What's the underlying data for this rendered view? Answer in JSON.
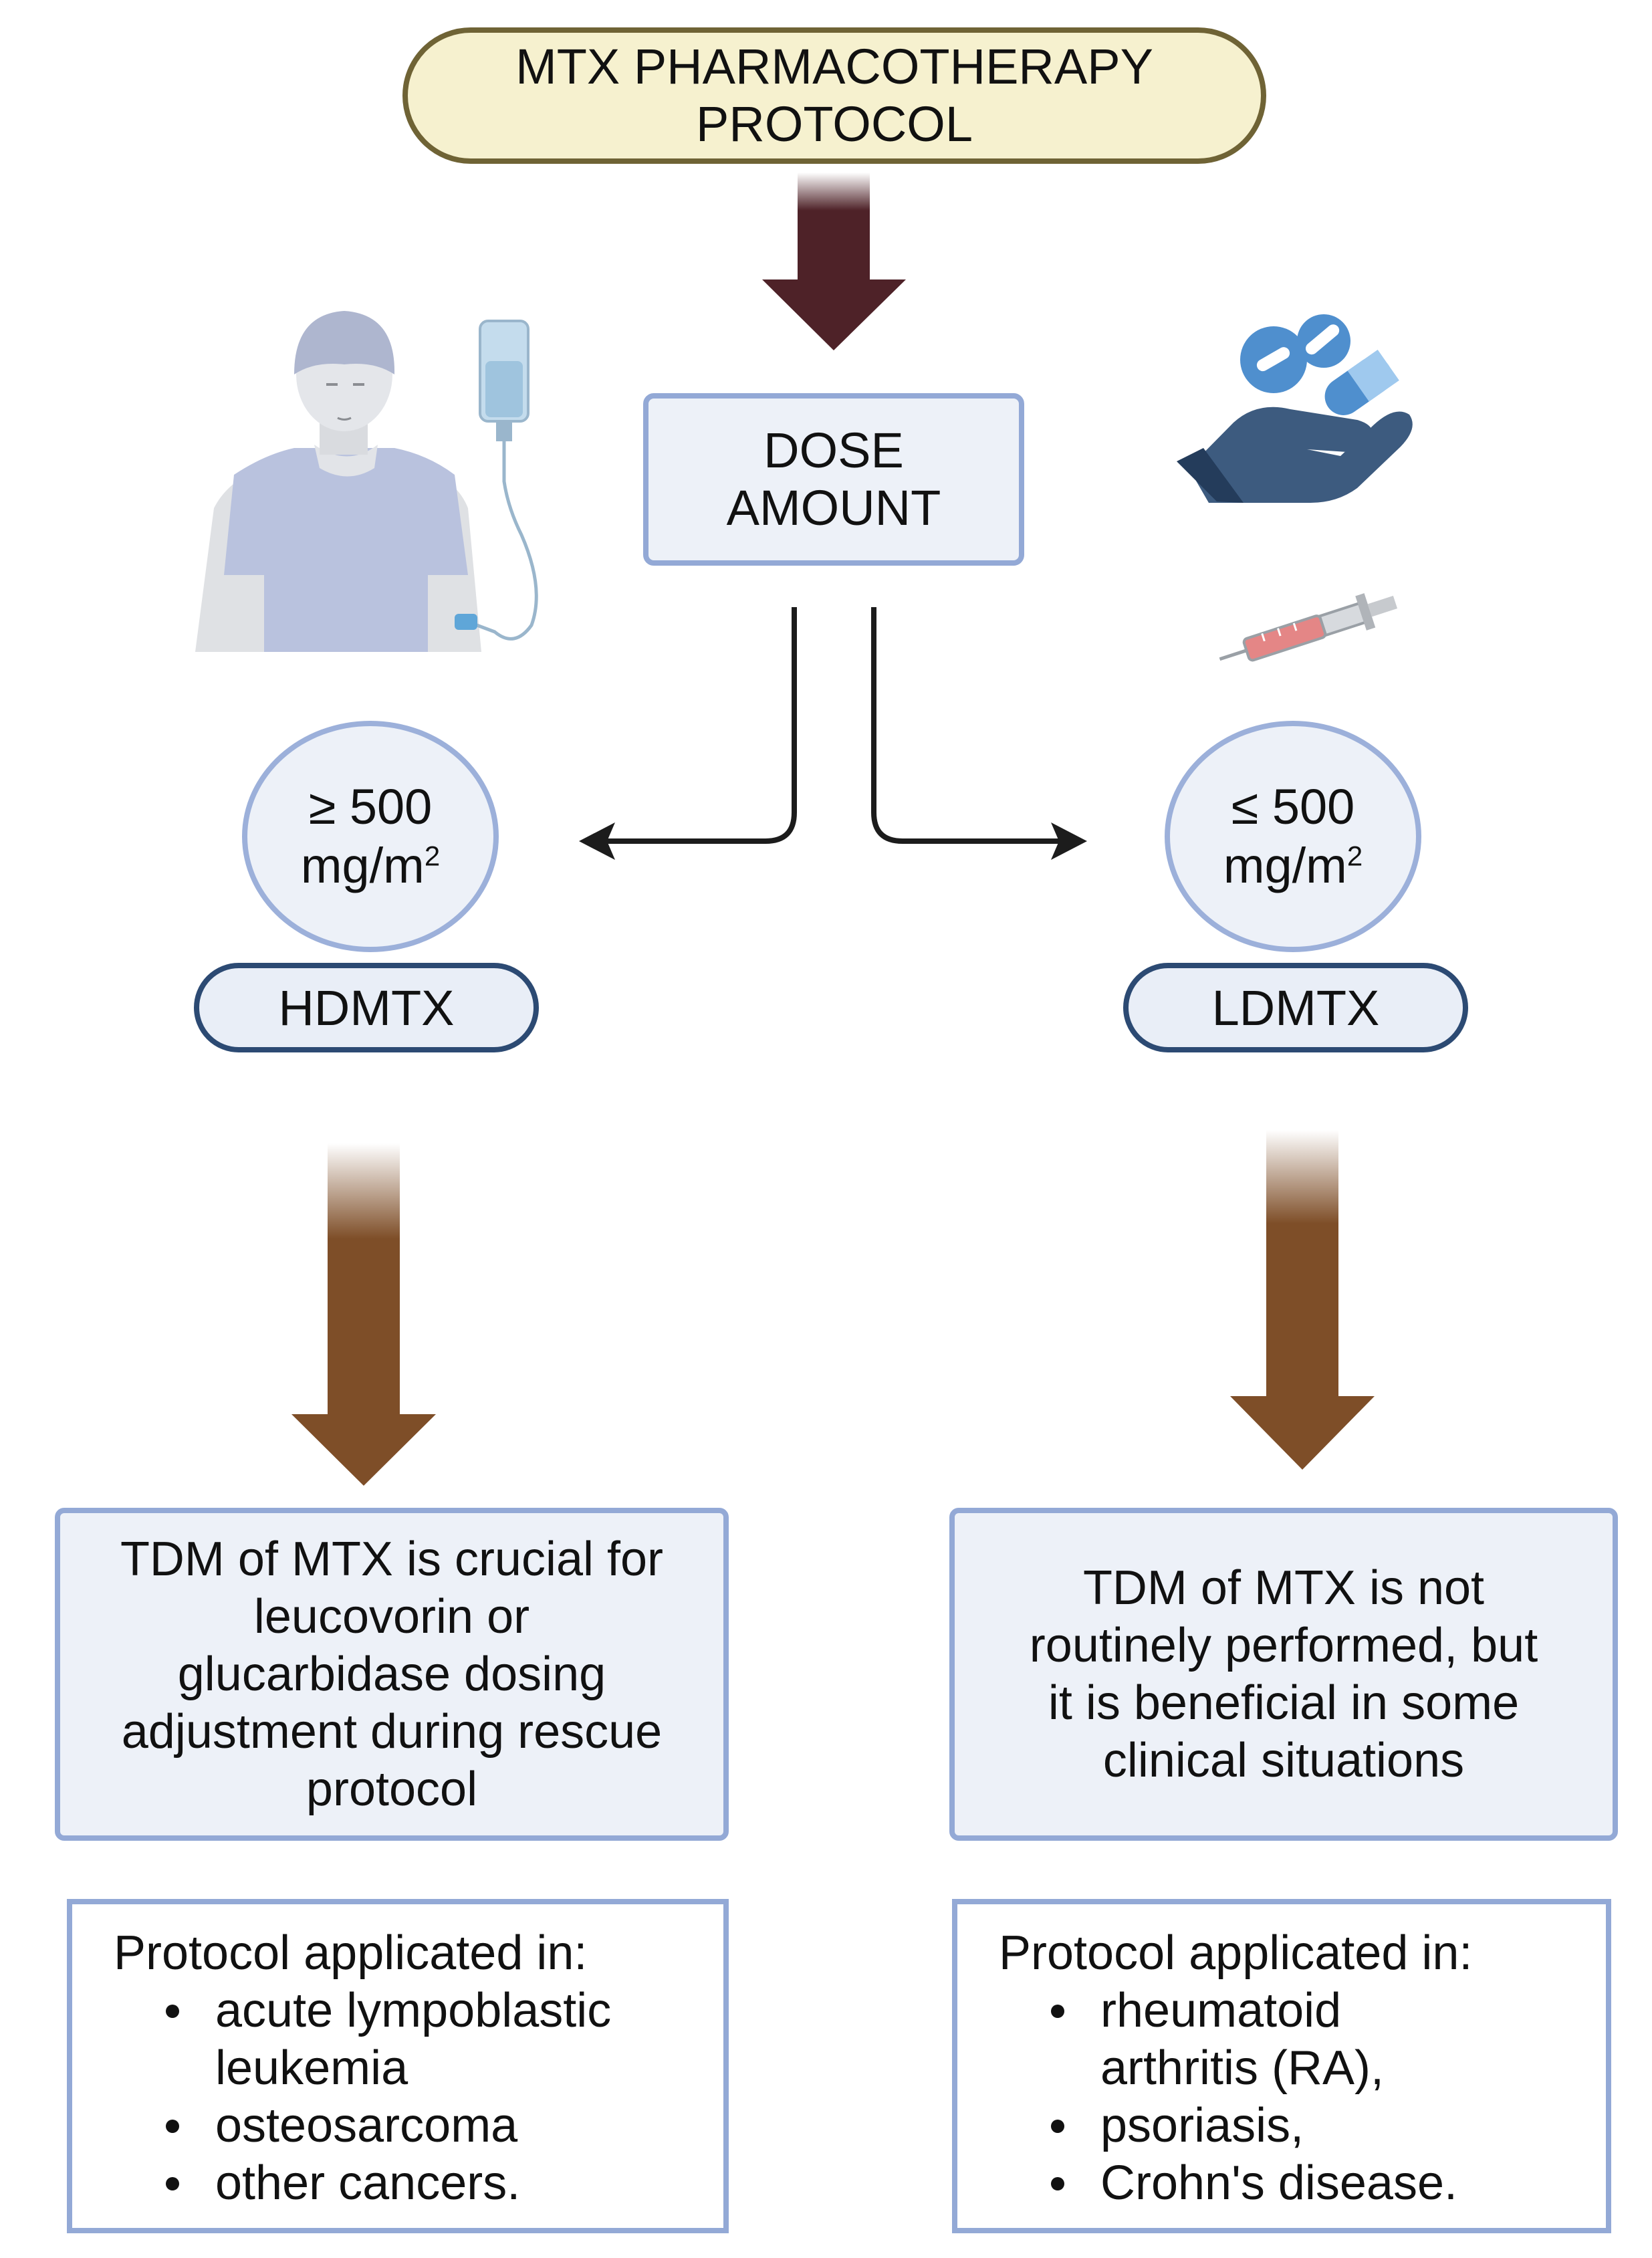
{
  "title": {
    "line1": "MTX PHARMACOTHERAPY",
    "line2": "PROTOCOL"
  },
  "dose_box": {
    "line1": "DOSE",
    "line2": "AMOUNT"
  },
  "left": {
    "dose_line1": "≥ 500",
    "dose_unit": "mg/m",
    "dose_exp": "2",
    "label": "HDMTX",
    "tdm_lines": [
      "TDM of MTX is crucial for",
      "leucovorin or",
      "glucarbidase dosing",
      "adjustment during rescue",
      "protocol"
    ],
    "applied_title": "Protocol applicated in:",
    "applied_items": [
      "acute lympoblastic leukemia",
      "osteosarcoma",
      "other cancers."
    ]
  },
  "right": {
    "dose_line1": "≤ 500",
    "dose_unit": "mg/m",
    "dose_exp": "2",
    "label": "LDMTX",
    "tdm_lines": [
      "TDM of MTX is not",
      "routinely performed, but",
      "it is beneficial in some",
      "clinical situations"
    ],
    "applied_title": "Protocol applicated in:",
    "applied_items": [
      "rheumatoid arthritis (RA),",
      "psoriasis,",
      "Crohn's disease."
    ]
  },
  "icons": [
    "patient-iv-drip-icon",
    "hand-pills-icon",
    "syringe-icon"
  ],
  "colors": {
    "title_fill": "#f6f1cf",
    "title_border": "#6f6335",
    "box_fill": "#edf1f8",
    "box_border": "#93a9d6",
    "pill_border": "#2c4a73",
    "top_arrow": "#4e2228",
    "lower_arrows": "#7e4e28"
  }
}
